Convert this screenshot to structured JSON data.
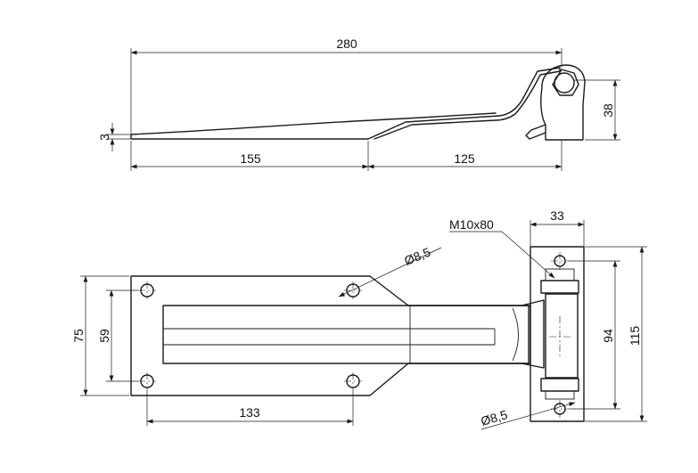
{
  "side_view": {
    "dim_total_length": "280",
    "dim_thickness": "3",
    "dim_flat_section": "155",
    "dim_raised_section": "125",
    "dim_knuckle_height": "38"
  },
  "plan_view": {
    "dim_plate_width": "75",
    "dim_hole_spacing_vertical": "59",
    "dim_hole_spacing_horizontal": "133",
    "dim_strap_hole_diameter": "Ø8,5",
    "dim_bracket_hole_diameter": "Ø8,5",
    "dim_bracket_width": "33",
    "dim_bracket_hole_spacing": "94",
    "dim_bracket_height": "115",
    "bolt_spec": "M10x80"
  }
}
